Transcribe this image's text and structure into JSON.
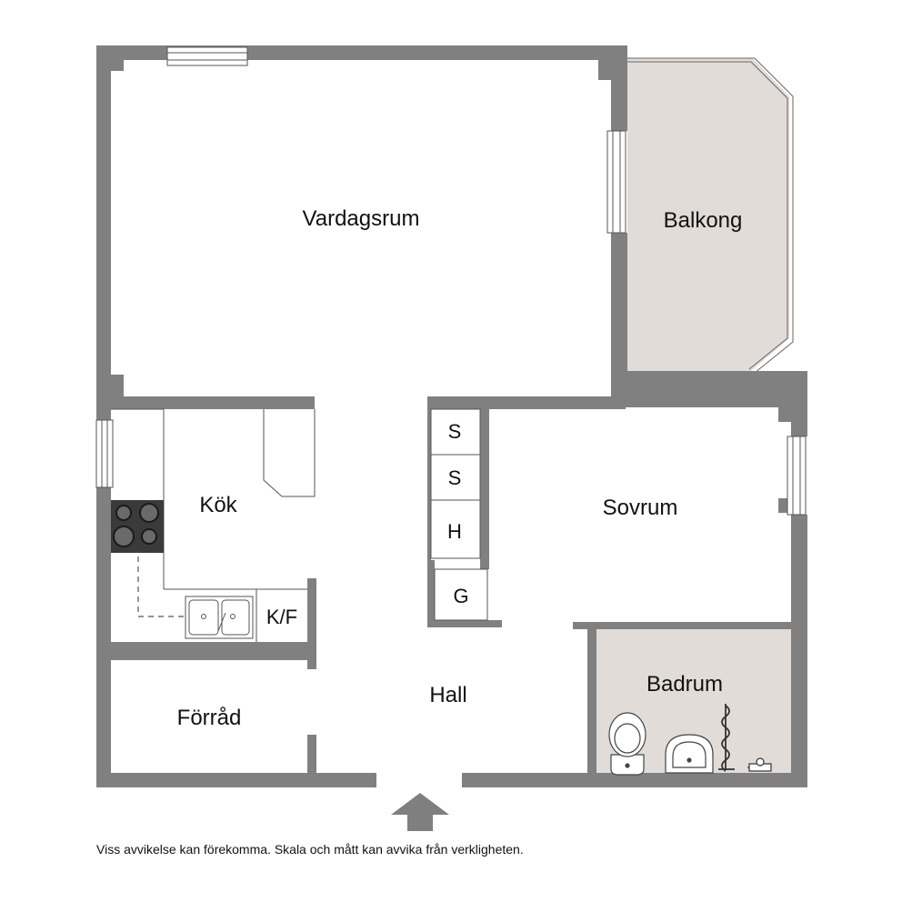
{
  "rooms": {
    "living": "Vardagsrum",
    "balcony": "Balkong",
    "kitchen": "Kök",
    "bedroom": "Sovrum",
    "hall": "Hall",
    "storage": "Förråd",
    "bathroom": "Badrum"
  },
  "closets": {
    "s1": "S",
    "s2": "S",
    "h": "H",
    "g": "G",
    "kf": "K/F"
  },
  "disclaimer": "Viss avvikelse kan förekomma. Skala och mått kan avvika från verkligheten.",
  "colors": {
    "wall": "#808080",
    "balcony_floor": "#e1dcd8",
    "bathroom_floor": "#e1dcd8"
  },
  "icons": {
    "entrance": "entrance-arrow-icon",
    "stove": "stove-icon",
    "sink": "sink-icon",
    "toilet": "toilet-icon",
    "washbasin": "washbasin-icon",
    "towel_rail": "towel-rail-icon",
    "shower_mixer": "shower-mixer-icon"
  }
}
